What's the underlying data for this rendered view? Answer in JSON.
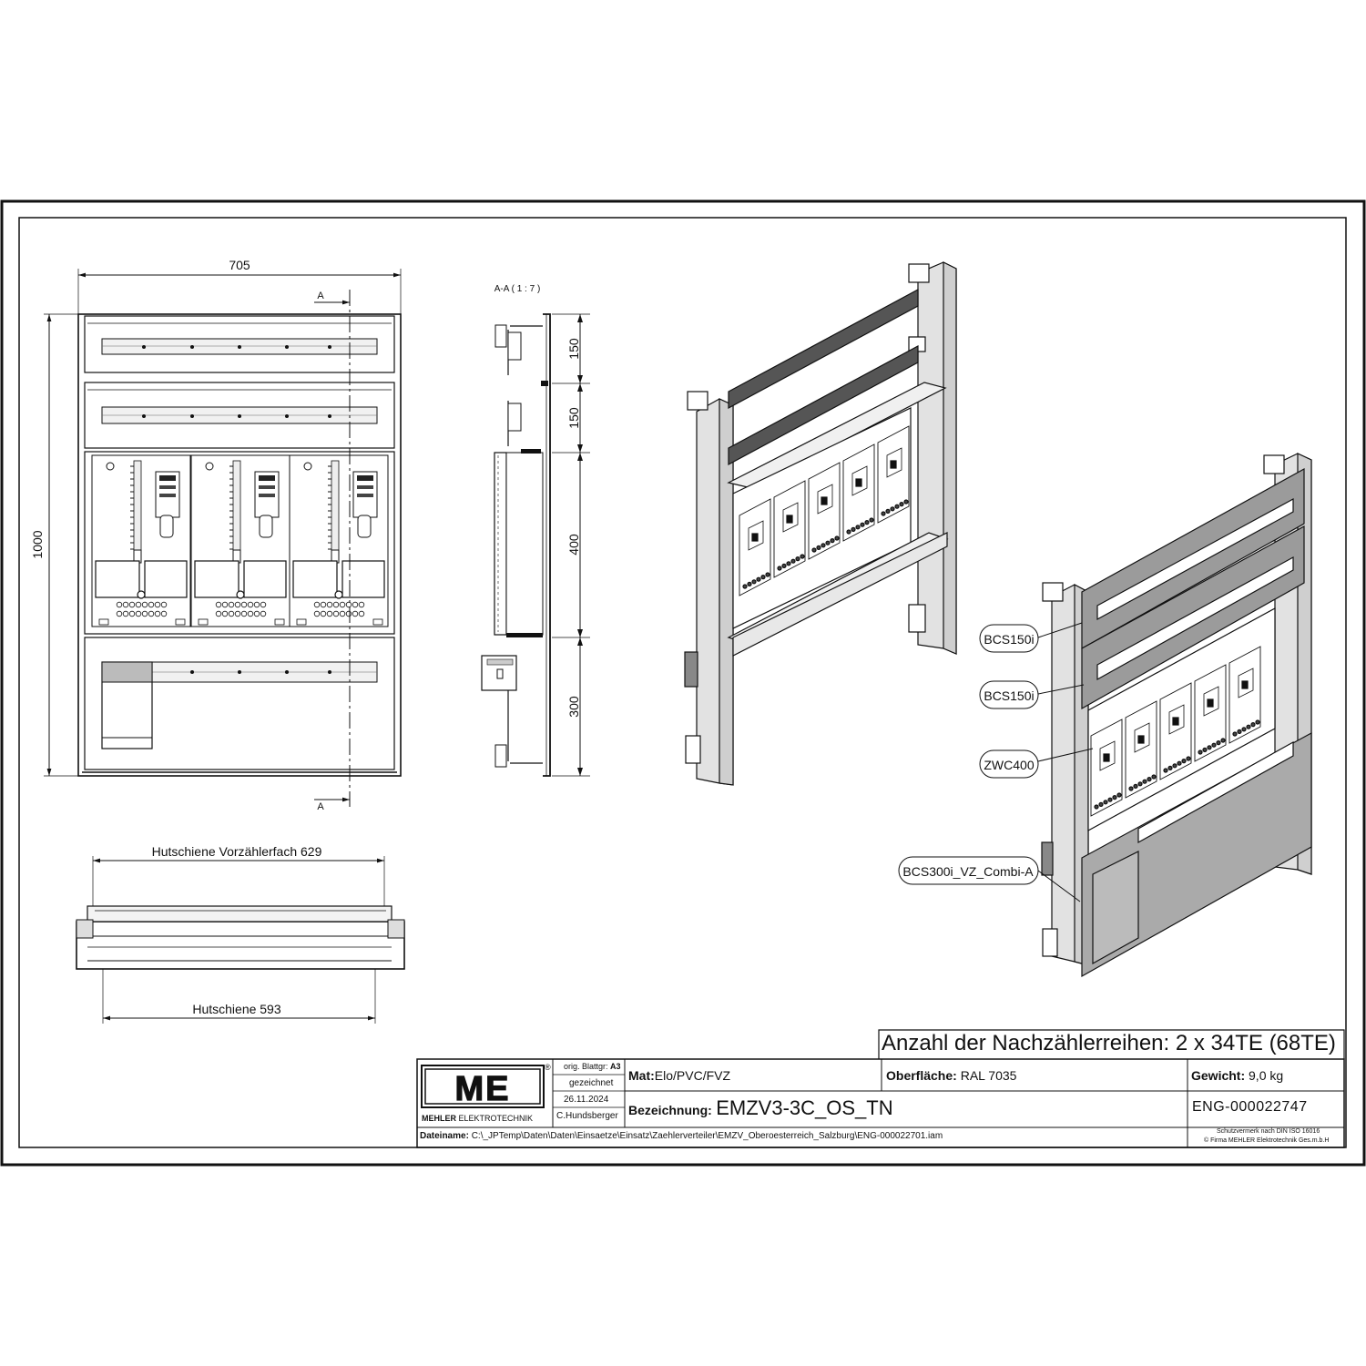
{
  "views": {
    "front": {
      "dim_width": "705",
      "dim_height": "1000",
      "section_marker": "A"
    },
    "section": {
      "label": "A-A ( 1 : 7 )",
      "dims": [
        "150",
        "150",
        "400",
        "300"
      ]
    },
    "top": {
      "rail_upper": "Hutschiene Vorzählerfach 629",
      "rail_lower": "Hutschiene 593"
    },
    "iso_callouts": [
      "BCS150i",
      "BCS150i",
      "ZWC400",
      "BCS300i_VZ_Combi-A"
    ]
  },
  "title_block": {
    "headline": "Anzahl der Nachzählerreihen: 2 x 34TE (68TE)",
    "logo_text": "ME",
    "registered": "®",
    "company_bold": "MEHLER",
    "company_rest": " ELEKTROTECHNIK",
    "orig_blattgr_label": "orig. Blattgr:",
    "orig_blattgr_value": "A3",
    "gezeichnet": "gezeichnet",
    "date": "26.11.2024",
    "author": "C.Hundsberger",
    "mat_label": "Mat:",
    "mat_value": "Elo/PVC/FVZ",
    "oberflaeche_label": "Oberfläche:",
    "oberflaeche_value": "RAL 7035",
    "gewicht_label": "Gewicht:",
    "gewicht_value": "9,0 kg",
    "bezeichnung_label": "Bezeichnung:",
    "bezeichnung_value": "EMZV3-3C_OS_TN",
    "eng_number": "ENG-000022747",
    "dateiname_label": "Dateiname:",
    "dateiname_value": "C:\\_JPTemp\\Daten\\Daten\\Einsaetze\\Einsatz\\Zaehlerverteiler\\EMZV_Oberoesterreich_Salzburg\\ENG-000022701.iam",
    "schutz_line1": "Schutzvermerk nach DIN ISO 16016",
    "schutz_line2": "© Firma MEHLER Elektrotechnik Ges.m.b.H"
  }
}
